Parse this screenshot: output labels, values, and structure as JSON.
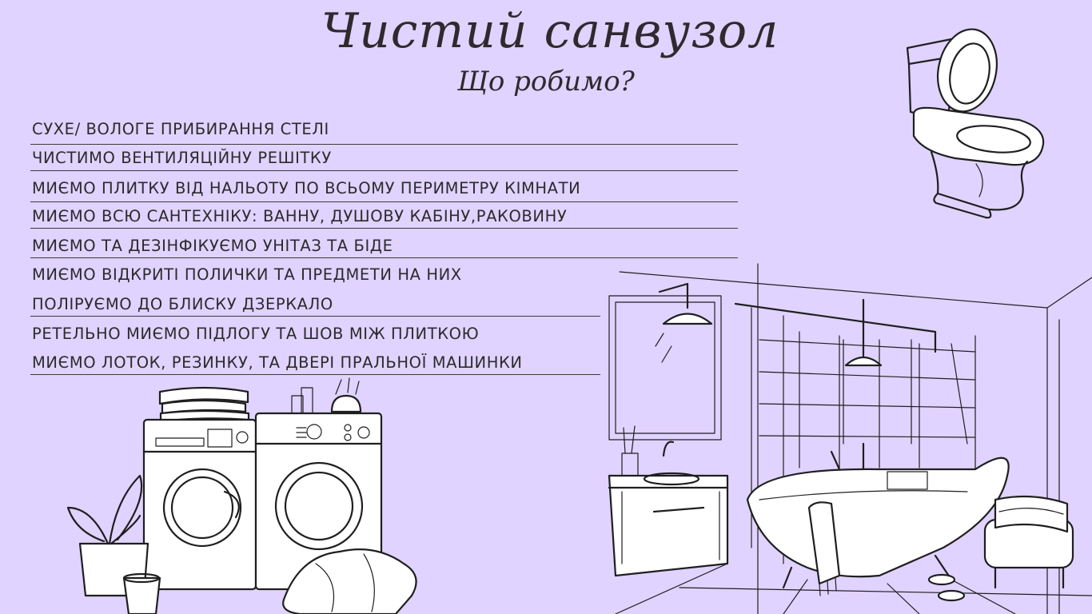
{
  "header": {
    "title": "Чистий санвузол",
    "subtitle": "Що робимо?"
  },
  "tasks": [
    "СУХЕ/ ВОЛОГЕ ПРИБИРАННЯ СТЕЛІ",
    "ЧИСТИМО ВЕНТИЛЯЦІЙНУ РЕШІТКУ",
    "МИЄМО ПЛИТКУ ВІД НАЛЬОТУ ПО ВСЬОМУ ПЕРИМЕТРУ КІМНАТИ",
    "МИЄМО ВСЮ САНТЕХНІКУ: ВАННУ, ДУШОВУ КАБІНУ,РАКОВИНУ",
    "МИЄМО ТА ДЕЗІНФІКУЄМО УНІТАЗ ТА БІДЕ",
    "МИЄМО ВІДКРИТІ ПОЛИЧКИ ТА ПРЕДМЕТИ НА НИХ",
    "ПОЛІРУЄМО ДО БЛИСКУ ДЗЕРКАЛО",
    "РЕТЕЛЬНО МИЄМО ПІДЛОГУ ТА ШОВ МІЖ ПЛИТКОЮ",
    "МИЄМО ЛОТОК, РЕЗИНКУ, ТА ДВЕРІ ПРАЛЬНОЇ МАШИНКИ"
  ],
  "illustrations": {
    "toilet": "toilet-illustration",
    "bathroom": "bathroom-illustration",
    "laundry": "laundry-illustration"
  },
  "colors": {
    "background": "#e0d3ff",
    "text": "#2b2b2b",
    "title": "#2e2a2e"
  }
}
